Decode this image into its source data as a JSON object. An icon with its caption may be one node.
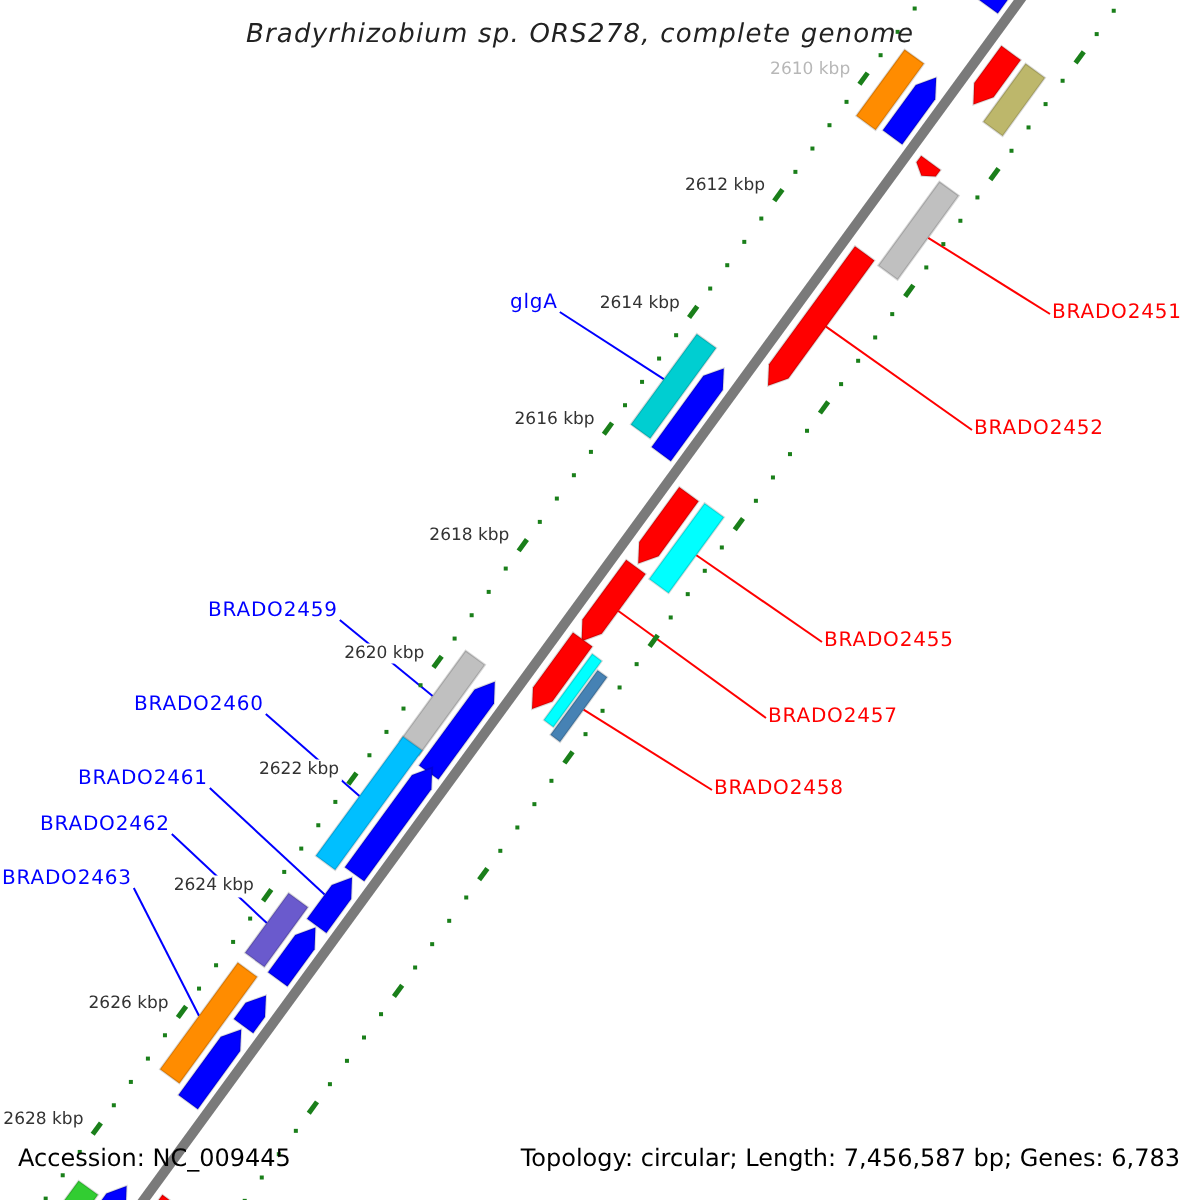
{
  "diagram": {
    "title": "Bradyrhizobium sp. ORS278, complete genome",
    "nodes": [
      {
        "text": [
          "glgA"
        ]
      },
      {
        "text": [
          "BRADO2451"
        ]
      },
      {
        "text": [
          "BRADO2452"
        ]
      },
      {
        "text": [
          "BRADO2459"
        ]
      },
      {
        "text": [
          "BRADO2455"
        ]
      },
      {
        "text": [
          "BRADO2460"
        ]
      },
      {
        "text": [
          "BRADO2457"
        ]
      },
      {
        "text": [
          "BRADO2461"
        ]
      },
      {
        "text": [
          "BRADO2458"
        ]
      },
      {
        "text": [
          "BRADO2462"
        ]
      },
      {
        "text": [
          "BRADO2463"
        ]
      },
      {
        "text": [],
        "shape": "arrow"
      },
      {
        "text": [],
        "shape": "arrow"
      },
      {
        "text": [],
        "shape": "box"
      },
      {
        "text": [],
        "shape": "box"
      },
      {
        "text": [],
        "shape": "arrow"
      },
      {
        "text": [],
        "shape": "arrow"
      },
      {
        "text": [],
        "shape": "box"
      },
      {
        "text": [],
        "shape": "arrow"
      },
      {
        "text": [],
        "shape": "box"
      },
      {
        "text": [],
        "shape": "arrow"
      },
      {
        "text": [],
        "shape": "arrow"
      },
      {
        "text": [],
        "shape": "box"
      },
      {
        "text": [],
        "shape": "arrow"
      },
      {
        "text": [],
        "shape": "arrow"
      },
      {
        "text": [],
        "shape": "box"
      },
      {
        "text": [],
        "shape": "box"
      },
      {
        "text": [],
        "shape": "box"
      },
      {
        "text": [],
        "shape": "arrow"
      },
      {
        "text": [],
        "shape": "box"
      },
      {
        "text": [],
        "shape": "arrow"
      },
      {
        "text": [],
        "shape": "arrow"
      },
      {
        "text": [],
        "shape": "box"
      },
      {
        "text": [],
        "shape": "arrow"
      },
      {
        "text": [],
        "shape": "arrow"
      },
      {
        "text": [],
        "shape": "box"
      },
      {
        "text": [],
        "shape": "arrow"
      },
      {
        "text": [],
        "shape": "box"
      },
      {
        "text": [],
        "shape": "arrow"
      },
      {
        "text": [],
        "shape": "arrow"
      }
    ],
    "edges": [
      {
        "from": 0,
        "to": 19,
        "arrow": "none"
      },
      {
        "from": 1,
        "to": 17,
        "arrow": "none",
        "color": "#ff0000"
      },
      {
        "from": 2,
        "to": 18,
        "arrow": "none",
        "color": "#ff0000"
      },
      {
        "from": 3,
        "to": 26,
        "arrow": "none"
      },
      {
        "from": 4,
        "to": 22,
        "arrow": "none",
        "color": "#ff0000"
      },
      {
        "from": 5,
        "to": 29,
        "arrow": "none"
      },
      {
        "from": 6,
        "to": 23,
        "arrow": "none",
        "color": "#ff0000"
      },
      {
        "from": 7,
        "to": 31,
        "arrow": "none"
      },
      {
        "from": 8,
        "to": 27,
        "arrow": "none",
        "color": "#ff0000"
      },
      {
        "from": 9,
        "to": 32,
        "arrow": "none"
      },
      {
        "from": 10,
        "to": 35,
        "arrow": "none"
      }
    ],
    "labels": [
      "2610 kbp",
      "2612 kbp",
      "2614 kbp",
      "2616 kbp",
      "2618 kbp",
      "2620 kbp",
      "2622 kbp",
      "2624 kbp",
      "2626 kbp",
      "2628 kbp",
      "Accession: NC_009445",
      "Topology: circular; Length: 7,456,587 bp; Genes: 6,783"
    ]
  }
}
